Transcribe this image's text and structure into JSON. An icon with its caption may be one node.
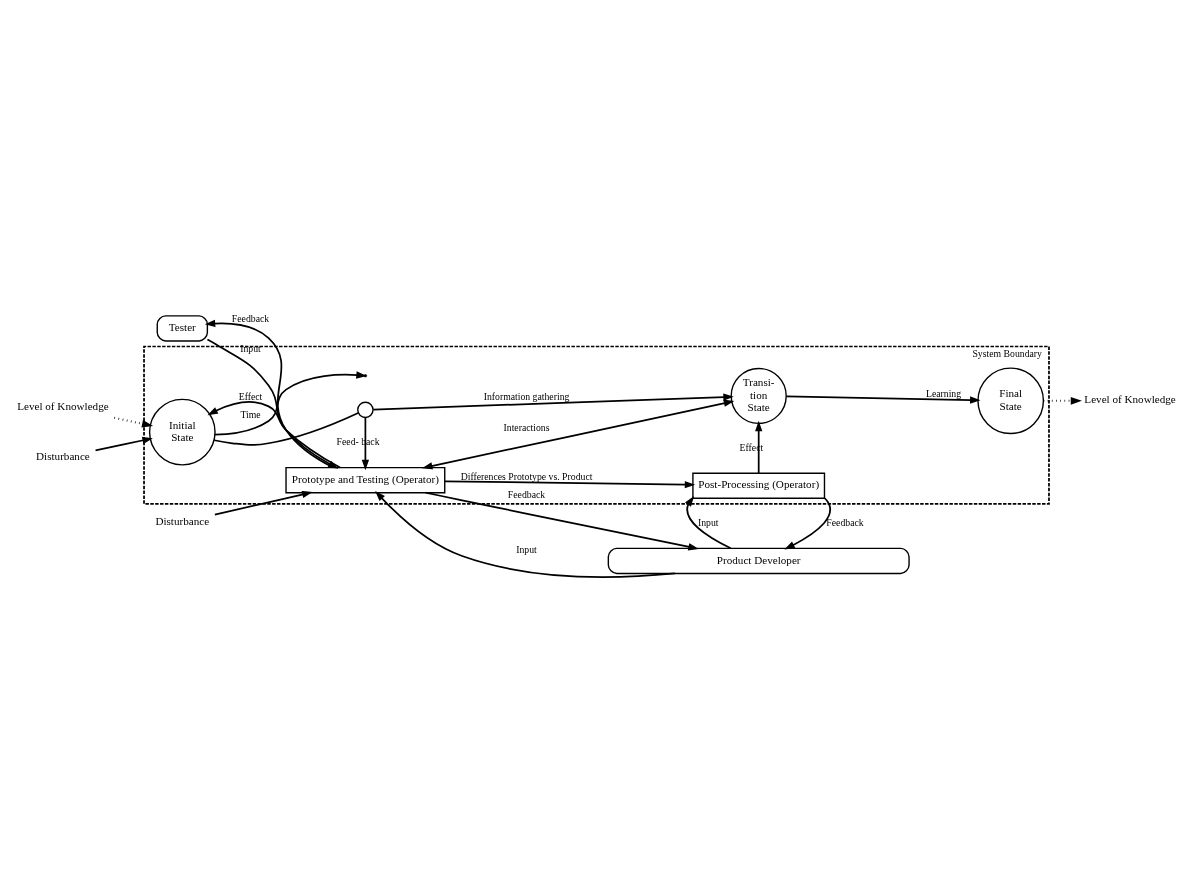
{
  "diagram": {
    "nodes": [
      {
        "text": [
          "System Boundary"
        ]
      },
      {
        "text": [
          "Initial State"
        ],
        "in": 0
      },
      {
        "text": [],
        "shape": "circle",
        "in": 0
      },
      {
        "text": [
          "Transi- tion State"
        ],
        "in": 0
      },
      {
        "text": [
          "Final State"
        ],
        "in": 0
      },
      {
        "text": [
          "Prototype and Testing (Operator)"
        ],
        "in": 0
      },
      {
        "text": [
          "Post-Processing (Operator)"
        ],
        "in": 0
      },
      {
        "text": [
          "Tester"
        ]
      },
      {
        "text": [
          "Product Developer"
        ]
      },
      {
        "text": [
          "Level of Knowledge"
        ]
      },
      {
        "text": [
          "Level of Knowledge"
        ]
      },
      {
        "text": [
          "Disturbance"
        ]
      },
      {
        "text": [
          "Disturbance"
        ]
      }
    ],
    "edges": [
      {
        "from": 9,
        "to": 1,
        "arrow": "to",
        "style": "dashed"
      },
      {
        "from": 11,
        "to": 1,
        "arrow": "to"
      },
      {
        "from": 1,
        "to": null,
        "arrow": "to",
        "label": "Time"
      },
      {
        "from": 1,
        "to": 2,
        "arrow": "none"
      },
      {
        "from": 2,
        "to": 3,
        "arrow": "to",
        "label": "Information gathering"
      },
      {
        "from": 3,
        "to": 4,
        "arrow": "to",
        "label": "Learning"
      },
      {
        "from": 4,
        "to": 10,
        "arrow": "to",
        "style": "dashed"
      },
      {
        "from": 12,
        "to": 5,
        "arrow": "to"
      },
      {
        "from": 2,
        "to": 5,
        "arrow": "to",
        "label": "Feed- back"
      },
      {
        "from": 5,
        "to": 1,
        "arrow": "to",
        "label": "Effect"
      },
      {
        "from": 5,
        "to": 3,
        "arrow": "both",
        "label": "Interactions"
      },
      {
        "from": 5,
        "to": 6,
        "arrow": "to",
        "label": "Differences Prototype vs. Product"
      },
      {
        "from": 6,
        "to": 3,
        "arrow": "to",
        "label": "Effect"
      },
      {
        "from": 7,
        "to": 5,
        "arrow": "to",
        "label": "Input"
      },
      {
        "from": 5,
        "to": 7,
        "arrow": "to",
        "label": "Feedback"
      },
      {
        "from": 8,
        "to": 5,
        "arrow": "to",
        "label": "Input"
      },
      {
        "from": 5,
        "to": 8,
        "arrow": "to",
        "label": "Feedback"
      },
      {
        "from": 8,
        "to": 6,
        "arrow": "to",
        "label": "Input"
      },
      {
        "from": 6,
        "to": 8,
        "arrow": "to",
        "label": "Feedback"
      }
    ]
  }
}
